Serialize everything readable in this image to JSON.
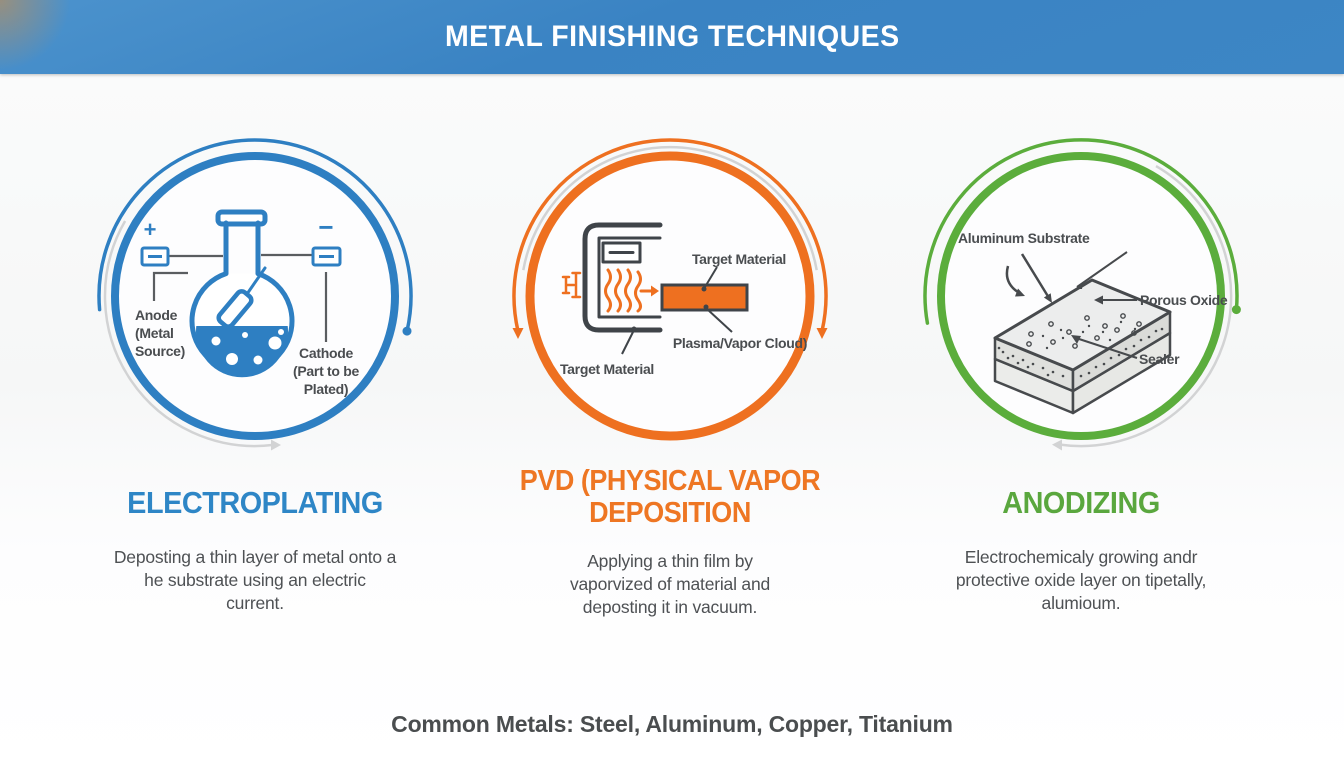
{
  "banner": {
    "title": "METAL FINISHING TECHNIQUES"
  },
  "colors": {
    "banner_blue": "#3d86c5",
    "electroplating_blue": "#2e7fc2",
    "pvd_orange": "#ee7020",
    "anodizing_green": "#5bad3c",
    "label_dark": "#4a4d50",
    "body_text": "#4e5154",
    "arc_gray": "#d2d3d4"
  },
  "techniques": [
    {
      "name": "Electroplating",
      "title": "ELECTROPLATING",
      "description": "Deposting a thin layer of metal onto a he substrate using an electric current.",
      "accent": "#2e7fc2",
      "labels": {
        "plus": "+",
        "minus": "−",
        "anode": "Anode (Metal Source)",
        "cathode": "Cathode (Part to be Plated)"
      }
    },
    {
      "name": "PVD",
      "title": "PVD (PHYSICAL VAPOR DEPOSITION",
      "description": "Applying a thin film by vaporvized of material and deposting it in vacuum.",
      "accent": "#ee7020",
      "labels": {
        "target_top": "Target Material",
        "plasma": "Plasma/Vapor Cloud)",
        "target_bottom": "Target Material"
      }
    },
    {
      "name": "Anodizing",
      "title": "ANODIZING",
      "description": "Electrochemicaly growing andr protective oxide layer on tipetally, alumioum.",
      "accent": "#5bad3c",
      "labels": {
        "substrate": "Aluminum Substrate",
        "porous": "Porous Oxide",
        "sealer": "Sealer"
      }
    }
  ],
  "footer": {
    "text": "Common Metals: Steel, Aluminum, Copper, Titanium"
  }
}
